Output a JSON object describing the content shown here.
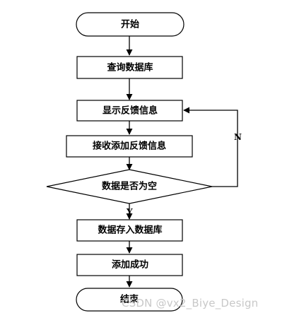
{
  "flowchart": {
    "nodes": [
      {
        "id": "start",
        "shape": "terminator",
        "label": "开始"
      },
      {
        "id": "query_db",
        "shape": "process",
        "label": "查询数据库"
      },
      {
        "id": "show_feedback",
        "shape": "process",
        "label": "显示反馈信息"
      },
      {
        "id": "receive_feedback",
        "shape": "process",
        "label": "接收添加反馈信息"
      },
      {
        "id": "check_empty",
        "shape": "decision",
        "label": "数据是否为空"
      },
      {
        "id": "save_db",
        "shape": "process",
        "label": "数据存入数据库"
      },
      {
        "id": "add_success",
        "shape": "process",
        "label": "添加成功"
      },
      {
        "id": "end",
        "shape": "terminator",
        "label": "结束"
      }
    ],
    "edges": [
      {
        "from": "start",
        "to": "query_db",
        "label": ""
      },
      {
        "from": "query_db",
        "to": "show_feedback",
        "label": ""
      },
      {
        "from": "show_feedback",
        "to": "receive_feedback",
        "label": ""
      },
      {
        "from": "receive_feedback",
        "to": "check_empty",
        "label": ""
      },
      {
        "from": "check_empty",
        "to": "save_db",
        "label": "Y"
      },
      {
        "from": "check_empty",
        "to": "show_feedback",
        "label": "N"
      },
      {
        "from": "save_db",
        "to": "add_success",
        "label": ""
      },
      {
        "from": "add_success",
        "to": "end",
        "label": ""
      }
    ],
    "colors": {
      "stroke": "#000000",
      "fill": "#ffffff",
      "watermark": "#c8c8c8"
    }
  },
  "watermark": "CSDN @vx2_Biye_Design"
}
